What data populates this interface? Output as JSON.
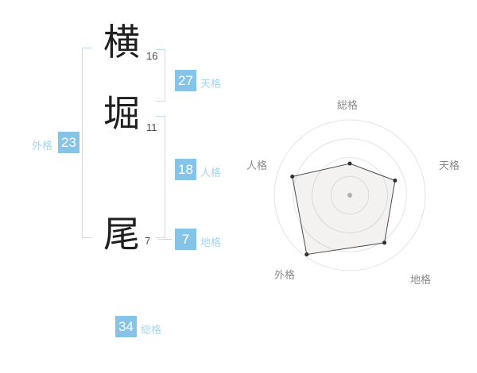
{
  "colors": {
    "badge_bg": "#85c3e8",
    "badge_text": "#ffffff",
    "kaku_label_text": "#a9d4ef",
    "bracket_line": "#bfe0f3",
    "axis_label_text": "#8a8a8a",
    "ring_stroke": "#e3e3e3",
    "polygon_stroke": "#4d4d4d",
    "polygon_fill": "rgba(140,130,120,0.10)",
    "vertex_dot": "#2e2e2e",
    "center_dot": "#b5b5b5"
  },
  "name": {
    "characters": [
      {
        "char": "横",
        "strokes": "16"
      },
      {
        "char": "堀",
        "strokes": "11"
      },
      {
        "char": "尾",
        "strokes": "7"
      }
    ]
  },
  "kaku": {
    "tenkaku": {
      "value": "27",
      "label": "天格"
    },
    "jinkaku": {
      "value": "18",
      "label": "人格"
    },
    "chikaku": {
      "value": "7",
      "label": "地格"
    },
    "gaikaku": {
      "value": "23",
      "label": "外格"
    },
    "soukaku": {
      "value": "34",
      "label": "総格"
    }
  },
  "chart_data": {
    "type": "radar",
    "title": "",
    "axes": [
      "総格",
      "天格",
      "地格",
      "外格",
      "人格"
    ],
    "axis_badge_values": {
      "総格": 34,
      "天格": 27,
      "地格": 7,
      "外格": 23,
      "人格": 18
    },
    "values_pct_of_max": [
      42,
      63,
      78,
      97,
      80
    ],
    "rings": 4,
    "ring_fractions": [
      0.25,
      0.5,
      0.75,
      1
    ],
    "legend": "none",
    "grid": "concentric-circles"
  }
}
